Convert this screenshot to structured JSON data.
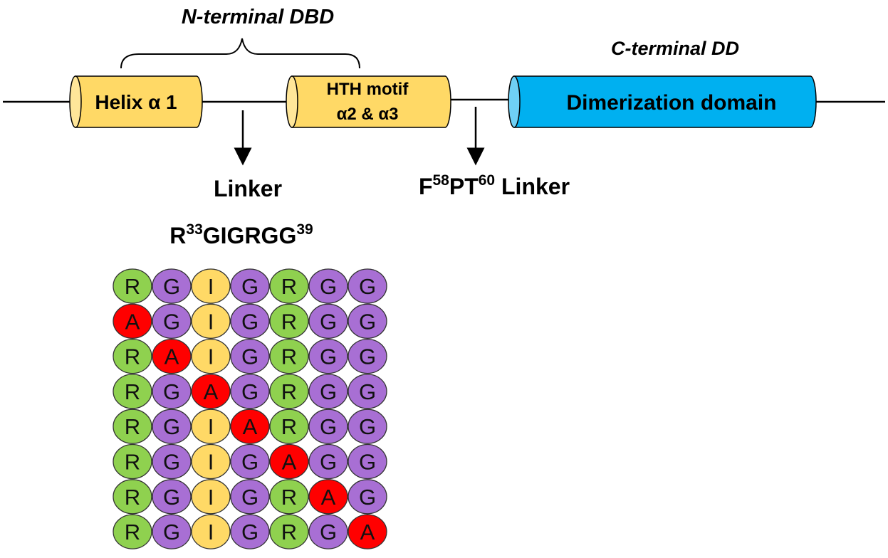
{
  "n_terminal_label": "N-terminal DBD",
  "c_terminal_label": "C-terminal DD",
  "helix1_label": "Helix α 1",
  "hth_label_line1": "HTH motif",
  "hth_label_line2": "α2 & α3",
  "dimerization_label": "Dimerization domain",
  "linker1": {
    "label": "Linker",
    "seq_prefix": "R",
    "seq_start": "33",
    "seq_mid": "GIGRGG",
    "seq_end": "39"
  },
  "linker2": {
    "prefix": "F",
    "sup1": "58",
    "mid": "PT",
    "sup2": "60",
    "suffix": " Linker"
  },
  "colors": {
    "helix_fill": "#ffd966",
    "dimer_fill": "#00b0f0",
    "residue_R": "#8fd14f",
    "residue_G": "#a86fd4",
    "residue_I": "#ffd966",
    "residue_A": "#ff0000"
  },
  "sequence_grid": [
    [
      "R",
      "G",
      "I",
      "G",
      "R",
      "G",
      "G"
    ],
    [
      "A",
      "G",
      "I",
      "G",
      "R",
      "G",
      "G"
    ],
    [
      "R",
      "A",
      "I",
      "G",
      "R",
      "G",
      "G"
    ],
    [
      "R",
      "G",
      "A",
      "G",
      "R",
      "G",
      "G"
    ],
    [
      "R",
      "G",
      "I",
      "A",
      "R",
      "G",
      "G"
    ],
    [
      "R",
      "G",
      "I",
      "G",
      "A",
      "G",
      "G"
    ],
    [
      "R",
      "G",
      "I",
      "G",
      "R",
      "A",
      "G"
    ],
    [
      "R",
      "G",
      "I",
      "G",
      "R",
      "G",
      "A"
    ]
  ]
}
